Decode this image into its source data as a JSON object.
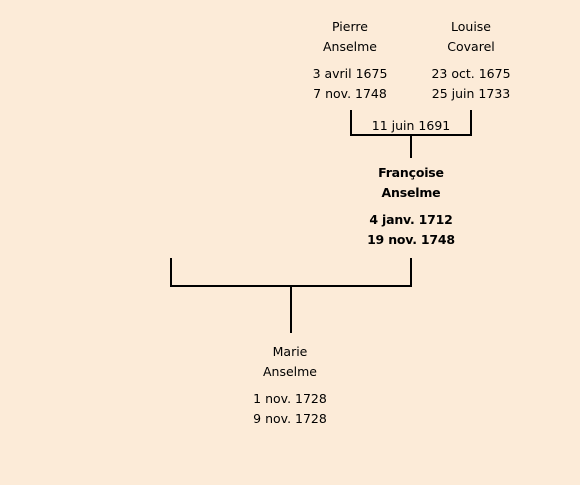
{
  "colors": {
    "background": "#fcebd8",
    "line": "#000000"
  },
  "persons": {
    "father": {
      "first_name": "Pierre",
      "last_name": "Anselme",
      "birth": "3 avril 1675",
      "death": "7 nov. 1748"
    },
    "mother": {
      "first_name": "Louise",
      "last_name": "Covarel",
      "birth": "23 oct. 1675",
      "death": "25 juin 1733"
    },
    "subject": {
      "first_name": "Françoise",
      "last_name": "Anselme",
      "birth": "4 janv. 1712",
      "death": "19 nov. 1748"
    },
    "child": {
      "first_name": "Marie",
      "last_name": "Anselme",
      "birth": "1 nov. 1728",
      "death": "9 nov. 1728"
    }
  },
  "parents_marriage": {
    "date": "11 juin 1691"
  }
}
